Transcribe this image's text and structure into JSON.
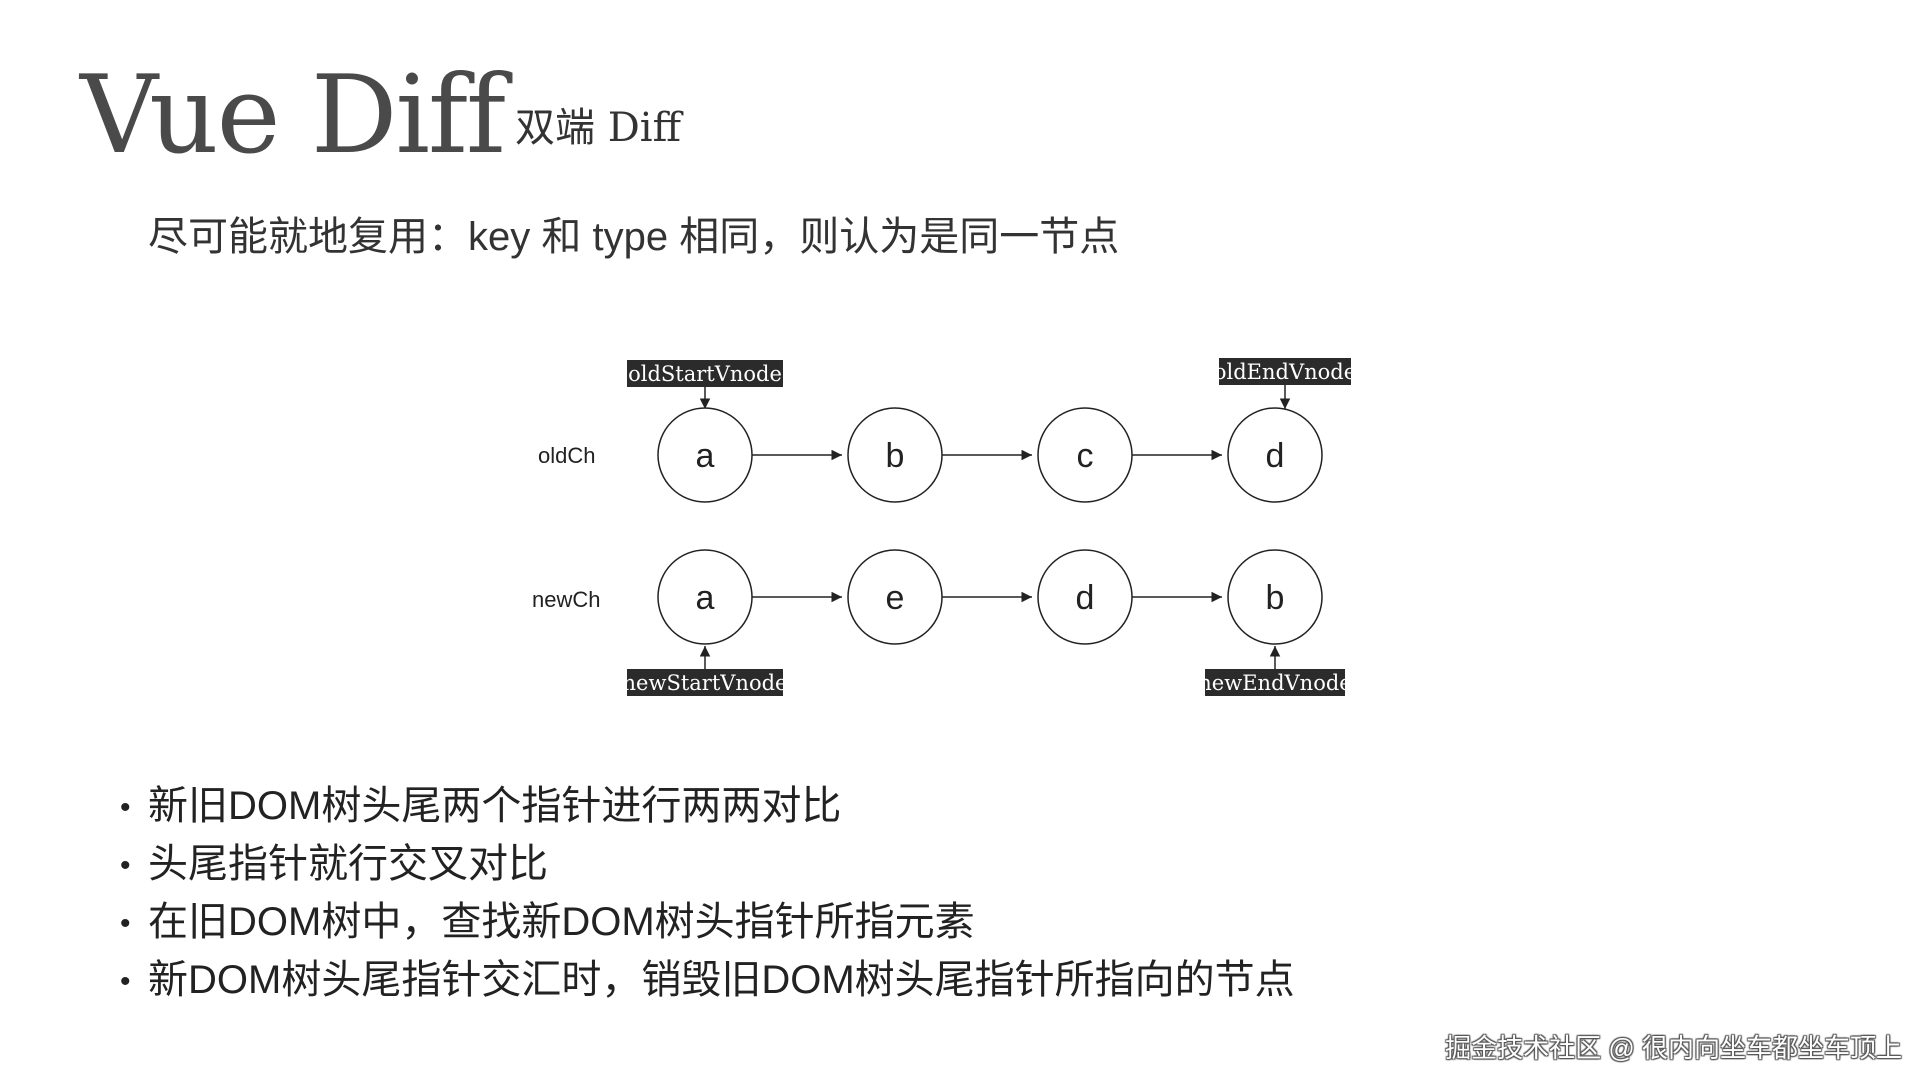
{
  "slide": {
    "title": "Vue Diff",
    "subtitle": "双端 Diff",
    "lead": "尽可能就地复用：key 和 type 相同，则认为是同一节点",
    "bullets": [
      "新旧DOM树头尾两个指针进行两两对比",
      "头尾指针就行交叉对比",
      "在旧DOM树中，查找新DOM树头指针所指元素",
      "新DOM树头尾指针交汇时，销毁旧DOM树头尾指针所指向的节点"
    ],
    "bullet_marker": "•",
    "watermark": "掘金技术社区 @ 很内向坐车都坐车顶上"
  },
  "diagram": {
    "rows": [
      {
        "label": "oldCh",
        "nodes": [
          "a",
          "b",
          "c",
          "d"
        ]
      },
      {
        "label": "newCh",
        "nodes": [
          "a",
          "e",
          "d",
          "b"
        ]
      }
    ],
    "pointers": {
      "old_start": "oldStartVnode",
      "old_end": "oldEndVnode",
      "new_start": "newStartVnode",
      "new_end": "newEndVnode"
    },
    "colors": {
      "label_bg": "#2b2b2b",
      "label_text": "#ffffff",
      "line": "#222222"
    }
  }
}
